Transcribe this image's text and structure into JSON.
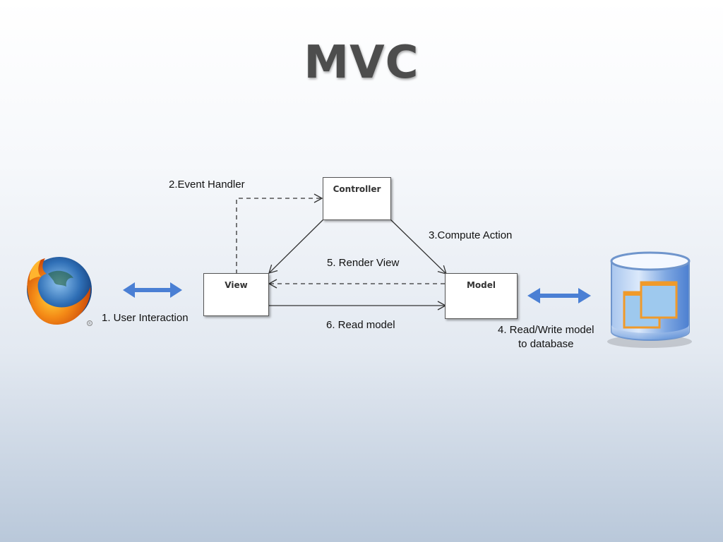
{
  "title": "MVC",
  "nodes": {
    "controller": "Controller",
    "view": "View",
    "model": "Model"
  },
  "edges": {
    "user_interaction": "1. User Interaction",
    "event_handler": "2.Event Handler",
    "compute_action": "3.Compute Action",
    "read_write_line1": "4. Read/Write model",
    "read_write_line2": "to database",
    "render_view": "5. Render View",
    "read_model": "6. Read model"
  },
  "icons": {
    "browser": "firefox-logo",
    "database": "database-cylinder-icon"
  },
  "colors": {
    "arrow_blue": "#4a7fd4",
    "firefox_orange": "#e8670c",
    "database_blue": "#5a8ed6",
    "document_orange": "#f09a2a"
  }
}
